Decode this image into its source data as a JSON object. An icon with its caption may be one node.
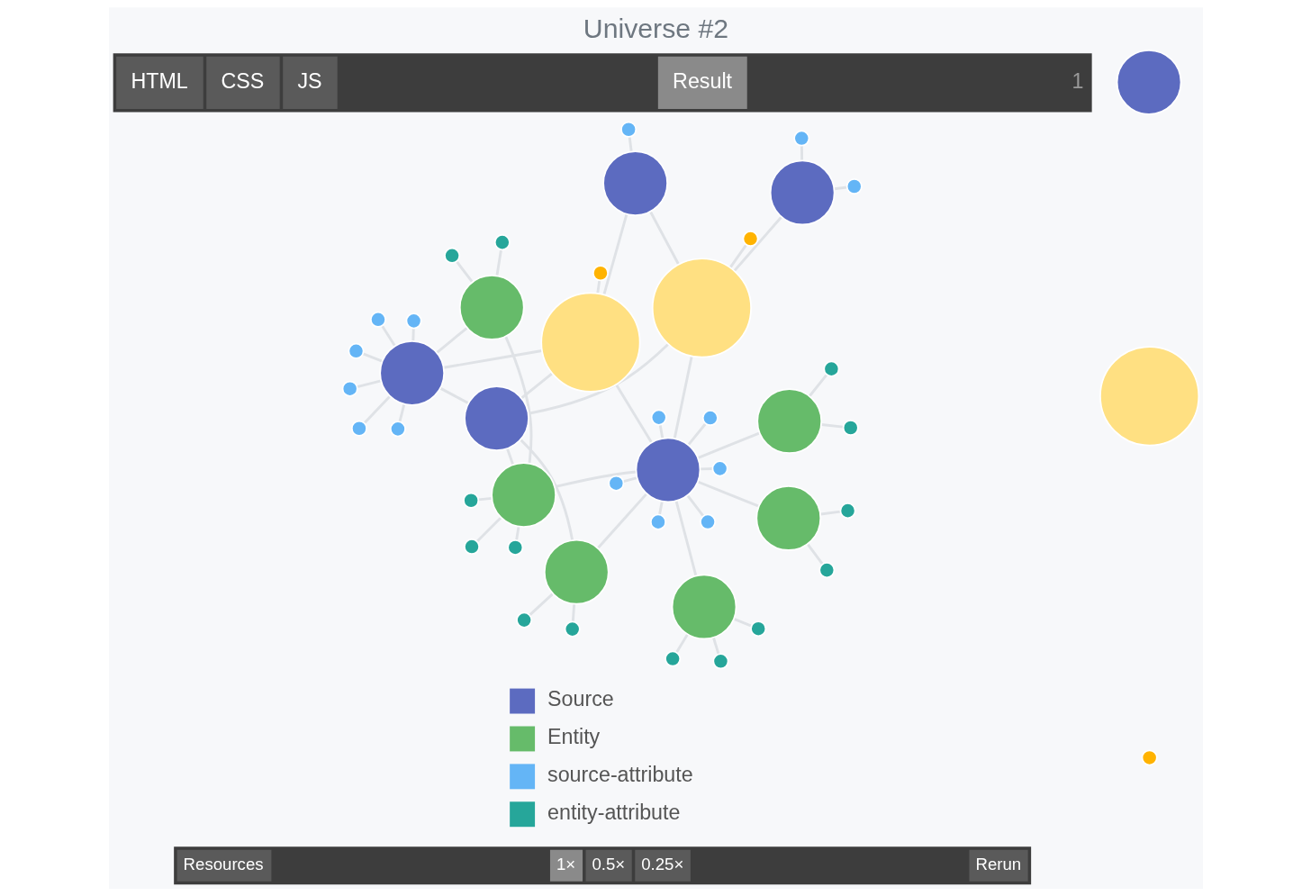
{
  "diagram": {
    "title": "Universe #2",
    "nodes": [
      {
        "text": [],
        "shape": "circle"
      },
      {
        "text": [],
        "shape": "circle"
      },
      {
        "text": [],
        "shape": "circle"
      },
      {
        "text": [],
        "shape": "circle"
      },
      {
        "text": [],
        "shape": "circle"
      },
      {
        "text": [],
        "shape": "circle"
      },
      {
        "text": [],
        "shape": "circle"
      },
      {
        "text": [],
        "shape": "circle"
      },
      {
        "text": [],
        "shape": "circle"
      },
      {
        "text": [],
        "shape": "circle"
      },
      {
        "text": [],
        "shape": "circle"
      },
      {
        "text": [],
        "shape": "circle"
      },
      {
        "text": [],
        "shape": "circle"
      },
      {
        "text": [],
        "shape": "circle"
      },
      {
        "text": [],
        "shape": "circle"
      },
      {
        "text": [],
        "shape": "circle"
      },
      {
        "text": [],
        "shape": "circle"
      },
      {
        "text": [],
        "shape": "circle"
      },
      {
        "text": [],
        "shape": "circle"
      },
      {
        "text": [],
        "shape": "circle"
      },
      {
        "text": [],
        "shape": "circle"
      },
      {
        "text": [],
        "shape": "circle"
      },
      {
        "text": [],
        "shape": "circle"
      },
      {
        "text": [],
        "shape": "circle"
      },
      {
        "text": [],
        "shape": "circle"
      },
      {
        "text": [],
        "shape": "circle"
      },
      {
        "text": [],
        "shape": "circle"
      },
      {
        "text": [],
        "shape": "circle"
      },
      {
        "text": [],
        "shape": "circle"
      },
      {
        "text": [],
        "shape": "circle"
      },
      {
        "text": [],
        "shape": "circle"
      },
      {
        "text": [],
        "shape": "circle"
      },
      {
        "text": [],
        "shape": "circle"
      },
      {
        "text": [],
        "shape": "circle"
      },
      {
        "text": [],
        "shape": "circle"
      },
      {
        "text": [],
        "shape": "circle"
      },
      {
        "text": [],
        "shape": "circle"
      },
      {
        "text": [],
        "shape": "circle"
      },
      {
        "text": [],
        "shape": "circle"
      },
      {
        "text": [],
        "shape": "circle"
      },
      {
        "text": [],
        "shape": "circle"
      },
      {
        "text": [],
        "shape": "circle"
      },
      {
        "text": [],
        "shape": "circle"
      },
      {
        "text": [],
        "shape": "circle"
      },
      {
        "text": [],
        "shape": "circle"
      },
      {
        "text": [],
        "shape": "circle"
      },
      {
        "text": [],
        "shape": "circle"
      }
    ],
    "edges": [
      {
        "from": 7,
        "to": 0,
        "arrow": "none"
      },
      {
        "from": 7,
        "to": 1,
        "arrow": "none"
      },
      {
        "from": 8,
        "to": 3,
        "arrow": "none"
      },
      {
        "from": 8,
        "to": 5,
        "arrow": "none"
      },
      {
        "from": 9,
        "to": 2,
        "arrow": "none"
      },
      {
        "from": 9,
        "to": 4,
        "arrow": "none"
      },
      {
        "from": 9,
        "to": 6,
        "arrow": "none"
      },
      {
        "from": 16,
        "to": 10,
        "arrow": "none"
      },
      {
        "from": 16,
        "to": 14,
        "arrow": "none"
      },
      {
        "from": 17,
        "to": 11,
        "arrow": "none"
      },
      {
        "from": 17,
        "to": 15,
        "arrow": "none"
      },
      {
        "from": 17,
        "to": 21,
        "arrow": "none"
      },
      {
        "from": 24,
        "to": 18,
        "arrow": "none"
      },
      {
        "from": 24,
        "to": 25,
        "arrow": "none"
      },
      {
        "from": 9,
        "to": 24,
        "arrow": "none"
      },
      {
        "from": 19,
        "to": 8,
        "arrow": "none"
      },
      {
        "from": 19,
        "to": 7,
        "arrow": "none"
      },
      {
        "from": 20,
        "to": 7,
        "arrow": "none"
      },
      {
        "from": 19,
        "to": 9,
        "arrow": "none"
      },
      {
        "from": 20,
        "to": 9,
        "arrow": "none"
      },
      {
        "from": 19,
        "to": 16,
        "arrow": "none"
      },
      {
        "from": 19,
        "to": 17,
        "arrow": "none"
      },
      {
        "from": 19,
        "to": 12,
        "arrow": "none"
      },
      {
        "from": 19,
        "to": 13,
        "arrow": "none"
      },
      {
        "from": 19,
        "to": 22,
        "arrow": "none"
      },
      {
        "from": 19,
        "to": 26,
        "arrow": "none"
      },
      {
        "from": 19,
        "to": 28,
        "arrow": "none"
      },
      {
        "from": 19,
        "to": 29,
        "arrow": "none"
      },
      {
        "from": 19,
        "to": 32,
        "arrow": "none"
      },
      {
        "from": 20,
        "to": 32,
        "arrow": "none"
      },
      {
        "from": 19,
        "to": 31,
        "arrow": "none"
      },
      {
        "from": 20,
        "to": 31,
        "arrow": "none"
      },
      {
        "from": 20,
        "to": 34,
        "arrow": "none"
      },
      {
        "from": 32,
        "to": 43,
        "arrow": "none"
      },
      {
        "from": 32,
        "to": 37,
        "arrow": "none"
      },
      {
        "from": 32,
        "to": 39,
        "arrow": "none"
      },
      {
        "from": 31,
        "to": 39,
        "arrow": "none"
      },
      {
        "from": 31,
        "to": 38,
        "arrow": "none"
      },
      {
        "from": 31,
        "to": 34,
        "arrow": "none"
      },
      {
        "from": 34,
        "to": 24,
        "arrow": "none"
      },
      {
        "from": 34,
        "to": 33,
        "arrow": "none"
      },
      {
        "from": 34,
        "to": 35,
        "arrow": "none"
      },
      {
        "from": 34,
        "to": 36,
        "arrow": "none"
      },
      {
        "from": 34,
        "to": 40,
        "arrow": "none"
      },
      {
        "from": 34,
        "to": 41,
        "arrow": "none"
      },
      {
        "from": 34,
        "to": 42,
        "arrow": "none"
      },
      {
        "from": 39,
        "to": 44,
        "arrow": "none"
      },
      {
        "from": 43,
        "to": 45,
        "arrow": "none"
      },
      {
        "from": 43,
        "to": 46,
        "arrow": "none"
      }
    ],
    "labels": [
      "HTML",
      "CSS",
      "JS",
      "Result",
      "1",
      "Resources",
      "1×",
      "0.5×",
      "0.25×",
      "Rerun"
    ],
    "legend": [
      {
        "text": "Source",
        "color": "#5c6bc0"
      },
      {
        "text": "Entity",
        "color": "#66bb6a"
      },
      {
        "text": "source-attribute",
        "color": "#64b5f6"
      },
      {
        "text": "entity-attribute",
        "color": "#26a69a"
      }
    ]
  }
}
